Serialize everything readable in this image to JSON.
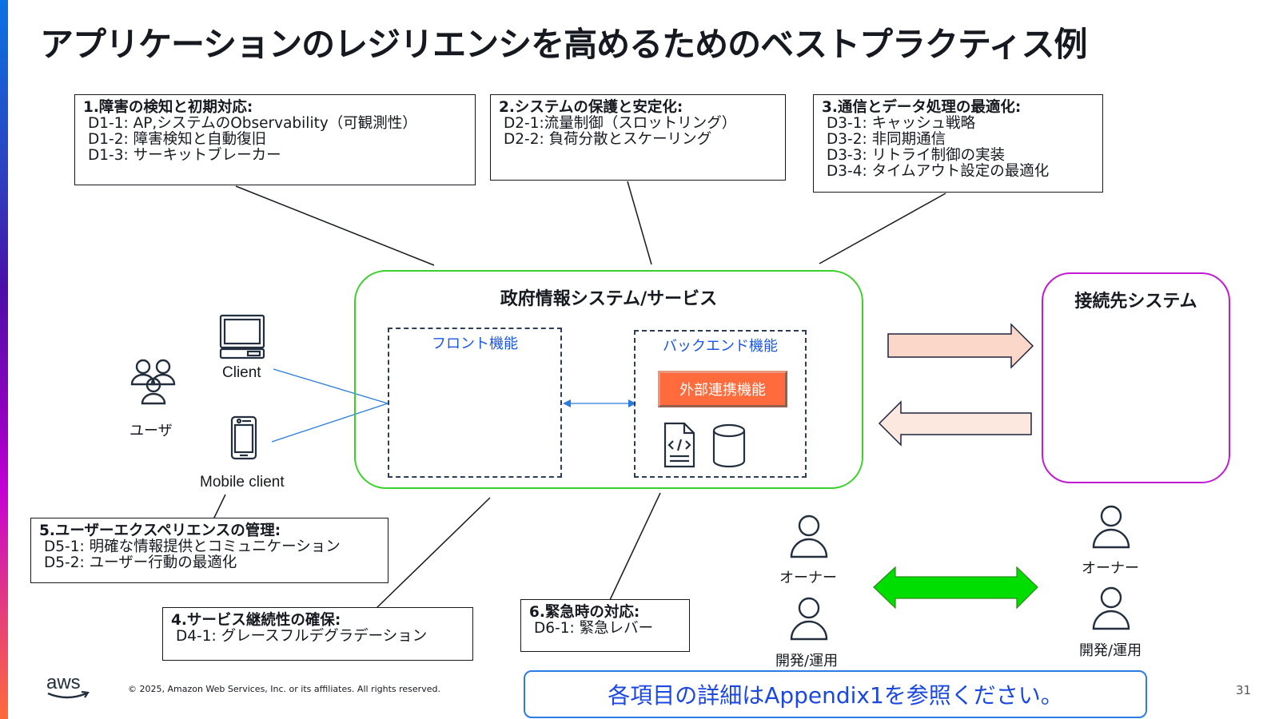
{
  "title": "アプリケーションのレジリエンシを高めるためのベストプラクティス例",
  "callouts": [
    {
      "id": "1",
      "title": "1.障害の検知と初期対応:",
      "items": [
        "D1-1: AP,システムのObservability（可観測性）",
        "D1-2: 障害検知と自動復旧",
        "D1-3: サーキットブレーカー"
      ]
    },
    {
      "id": "2",
      "title": "2.システムの保護と安定化:",
      "items": [
        "D2-1:流量制御（スロットリング）",
        "D2-2: 負荷分散とスケーリング"
      ]
    },
    {
      "id": "3",
      "title": "3.通信とデータ処理の最適化:",
      "items": [
        "D3-1: キャッシュ戦略",
        "D3-2: 非同期通信",
        "D3-3: リトライ制御の実装",
        "D3-4: タイムアウト設定の最適化"
      ]
    },
    {
      "id": "4",
      "title": "4.サービス継続性の確保:",
      "items": [
        "D4-1: グレースフルデグラデーション"
      ]
    },
    {
      "id": "5",
      "title": "5.ユーザーエクスペリエンスの管理:",
      "items": [
        "D5-1: 明確な情報提供とコミュニケーション",
        "D5-2: ユーザー行動の最適化"
      ]
    },
    {
      "id": "6",
      "title": "6.緊急時の対応:",
      "items": [
        "D6-1: 緊急レバー"
      ]
    }
  ],
  "users": {
    "group_label": "ユーザ",
    "client_label": "Client",
    "mobile_label": "Mobile client"
  },
  "system": {
    "title": "政府情報システム/サービス",
    "front_label": "フロント機能",
    "backend_label": "バックエンド機能",
    "external_fn_label": "外部連携機能"
  },
  "connected_system": {
    "title": "接続先システム"
  },
  "people_left": [
    {
      "label": "オーナー"
    },
    {
      "label": "開発/運用"
    }
  ],
  "people_right": [
    {
      "label": "オーナー"
    },
    {
      "label": "開発/運用"
    }
  ],
  "note": "各項目の詳細はAppendix1を参照ください。",
  "footer": {
    "logo": "aws",
    "copyright": "© 2025, Amazon Web Services, Inc. or its affiliates. All rights reserved.",
    "page_number": "31"
  },
  "colors": {
    "system_border": "#3ad12a",
    "connected_border": "#c21cd2",
    "external_fn": "#ff6b3d",
    "arrow_fill": "#fde1d6",
    "green_arrow": "#00dd00",
    "link_blue": "#1a56e8"
  }
}
